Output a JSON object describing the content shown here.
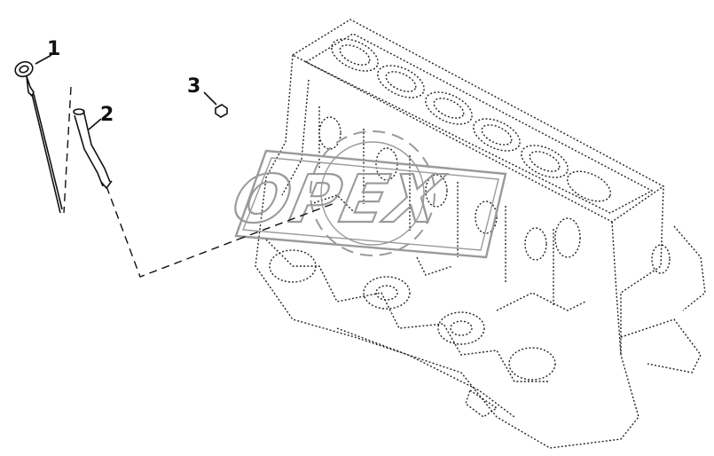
{
  "diagram": {
    "callouts": [
      {
        "number": "1"
      },
      {
        "number": "2"
      },
      {
        "number": "3"
      }
    ],
    "watermark": {
      "text": "OPEX",
      "color": "#9a9a9a"
    },
    "ink_color": "#111111"
  }
}
